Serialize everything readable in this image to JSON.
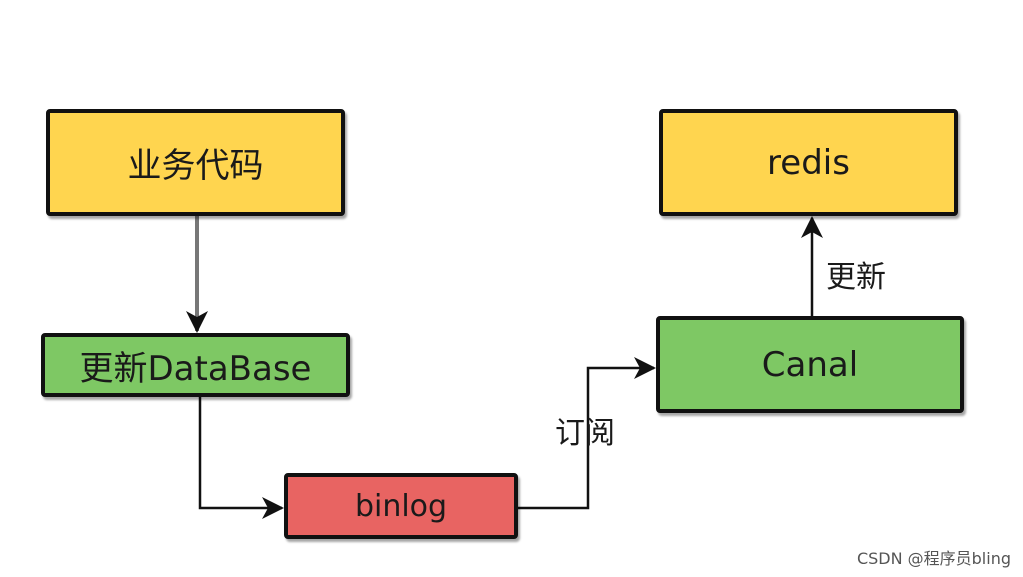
{
  "nodes": {
    "business_code": "业务代码",
    "update_database": "更新DataBase",
    "binlog": "binlog",
    "canal": "Canal",
    "redis": "redis"
  },
  "edge_labels": {
    "subscribe": "订阅",
    "update": "更新"
  },
  "watermark": "CSDN @程序员bling",
  "colors": {
    "yellow": "#ffd54f",
    "green": "#7ec864",
    "red": "#e86462",
    "border": "#111111"
  }
}
